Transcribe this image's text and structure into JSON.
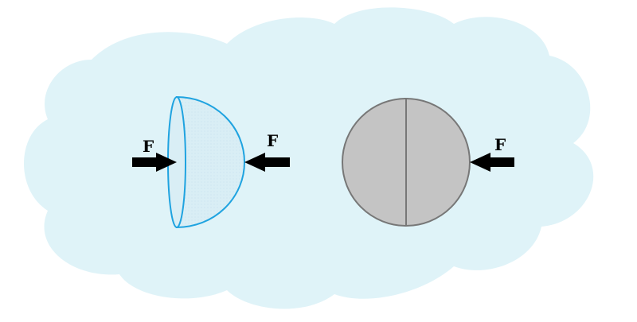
{
  "diagram": {
    "background_cloud": {
      "color": "#dff3f8"
    },
    "left_object": {
      "shape": "hemisphere",
      "outline_color": "#1fa3e0",
      "fill_color": "#d9eef5",
      "force_left_label": "F",
      "force_right_label": "F"
    },
    "right_object": {
      "shape": "sphere",
      "fill_color": "#c4c4c4",
      "outline_color": "#777777",
      "force_label": "F"
    },
    "arrow_color": "#000000"
  }
}
